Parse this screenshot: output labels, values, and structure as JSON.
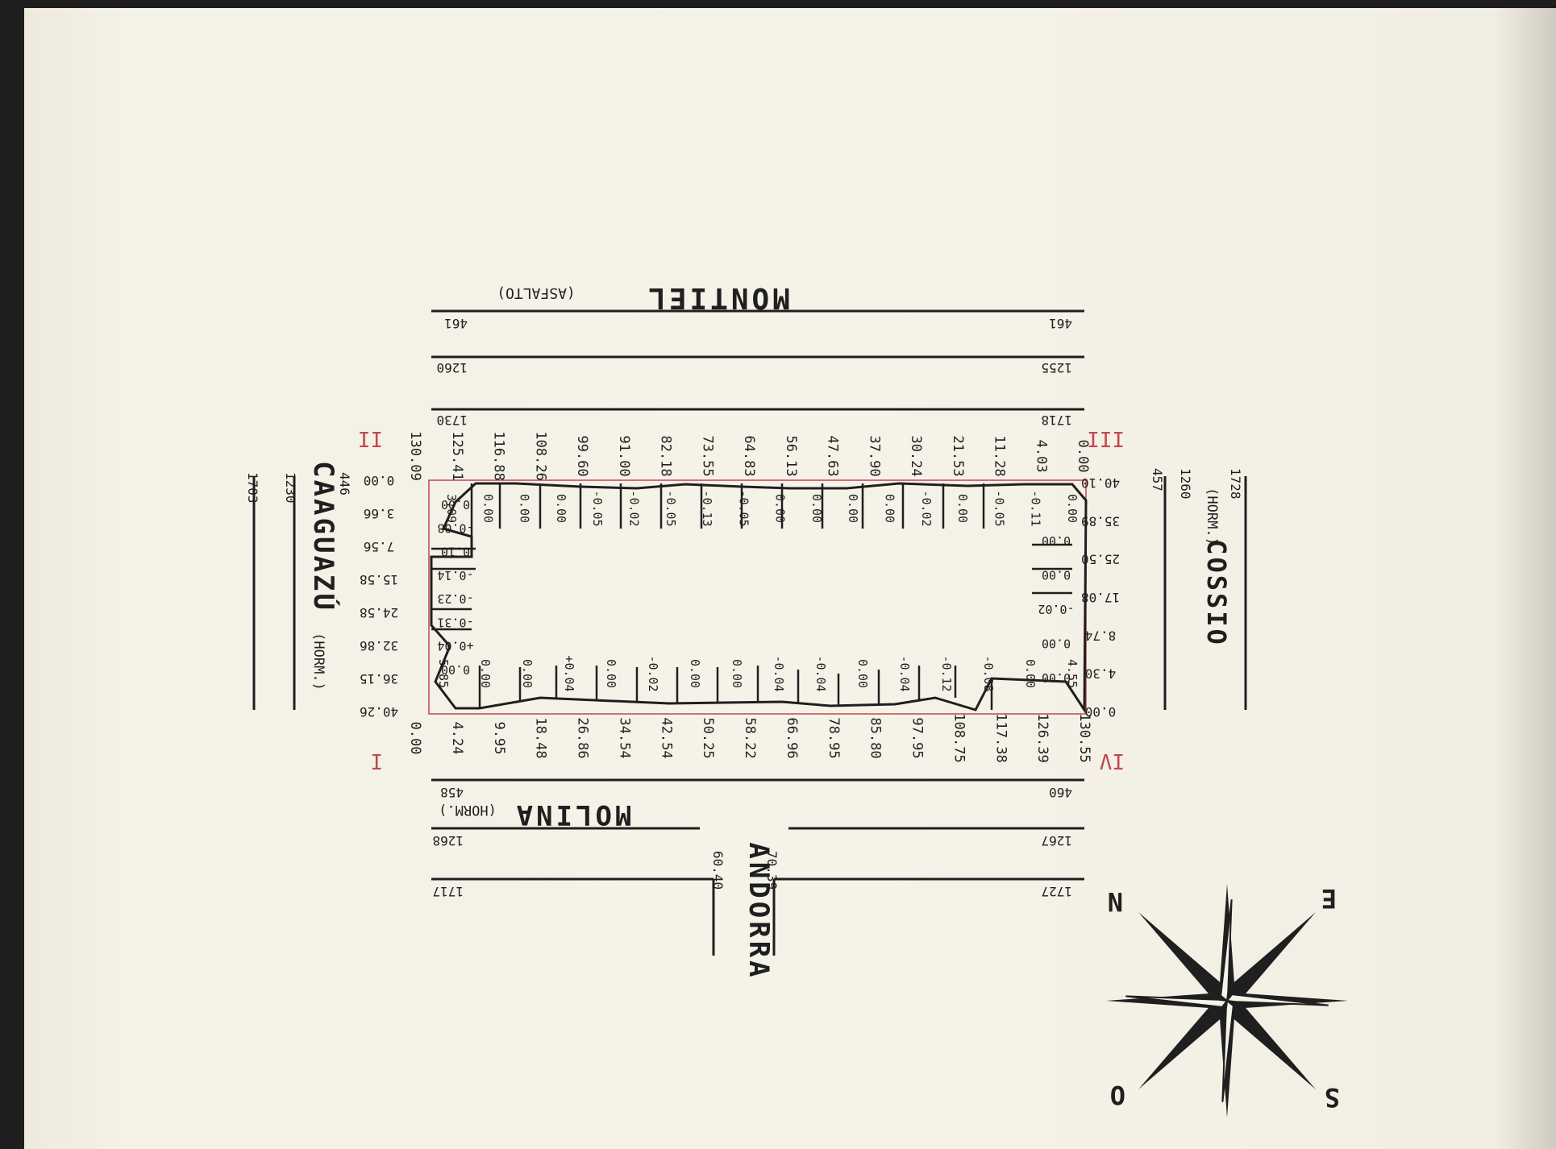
{
  "streets": {
    "montiel": {
      "name": "MONTIEL",
      "note": "(ASFALTO)",
      "num_left": "461",
      "num_right": "461",
      "line1_left": "1255",
      "line1_right": "1260",
      "line2_left": "1718",
      "line2_right": "1730"
    },
    "molina": {
      "name": "MOLINA",
      "note": "(HORM.)",
      "num_left": "460",
      "num_right": "458",
      "line1_left": "1267",
      "line1_right": "1268",
      "line2_left": "1727",
      "line2_right": "1717"
    },
    "caaguazu": {
      "name": "CAAGUAZÚ",
      "note": "(HORM.)",
      "num_a": "446",
      "num_b": "1230",
      "num_c": "1703"
    },
    "cossio": {
      "name": "COSSIO",
      "note": "(HORM.)",
      "num_a": "457",
      "num_b": "1260",
      "num_c": "1728"
    },
    "andorra": {
      "name": "ANDORRA",
      "left": "60.40",
      "right": "70.39"
    }
  },
  "corners": [
    "I",
    "II",
    "III",
    "IV"
  ],
  "top_progressives": [
    "130.09",
    "125.41",
    "116.88",
    "108.26",
    "99.60",
    "91.00",
    "82.18",
    "73.55",
    "64.83",
    "56.13",
    "47.63",
    "37.90",
    "30.24",
    "21.53",
    "11.28",
    "4.03",
    "0.00"
  ],
  "bottom_progressives": [
    "0.00",
    "4.24",
    "9.95",
    "18.48",
    "26.86",
    "34.54",
    "42.54",
    "50.25",
    "58.22",
    "66.96",
    "78.95",
    "85.80",
    "97.95",
    "108.75",
    "117.38",
    "126.39",
    "130.55"
  ],
  "left_progressives": [
    "0.00",
    "3.66",
    "7.56",
    "15.58",
    "24.58",
    "32.86",
    "36.15",
    "40.26"
  ],
  "right_progressives": [
    "40.10",
    "35.89",
    "25.50",
    "17.08",
    "8.74",
    "4.30",
    "0.00"
  ],
  "top_offsets": [
    "3.09",
    "0.00",
    "0.00",
    "0.00",
    "-0.05",
    "-0.02",
    "-0.05",
    "-0.13",
    "-0.05",
    "0.00",
    "0.00",
    "0.00",
    "0.00",
    "-0.02",
    "0.00",
    "-0.05",
    "-0.11",
    "0.00"
  ],
  "bottom_offsets": [
    "5.85",
    "0.00",
    "0.00",
    "+0.04",
    "0.00",
    "-0.02",
    "0.00",
    "0.00",
    "-0.04",
    "-0.04",
    "0.00",
    "-0.04",
    "-0.12",
    "-0.08",
    "0.00",
    "4.55"
  ],
  "left_offsets": [
    "0.00",
    "-0.08",
    "0.10",
    "-0.14",
    "-0.23",
    "-0.31",
    "+0.04",
    "0.00"
  ],
  "right_offsets": [
    "0.00",
    "0.00",
    "-0.02",
    "0.00",
    "0.00"
  ],
  "compass": {
    "n": "N",
    "e": "E",
    "s": "S",
    "o": "O"
  },
  "colors": {
    "ink": "#1f1f1f",
    "red": "#c0484f",
    "paper": "#f5f2e8"
  }
}
